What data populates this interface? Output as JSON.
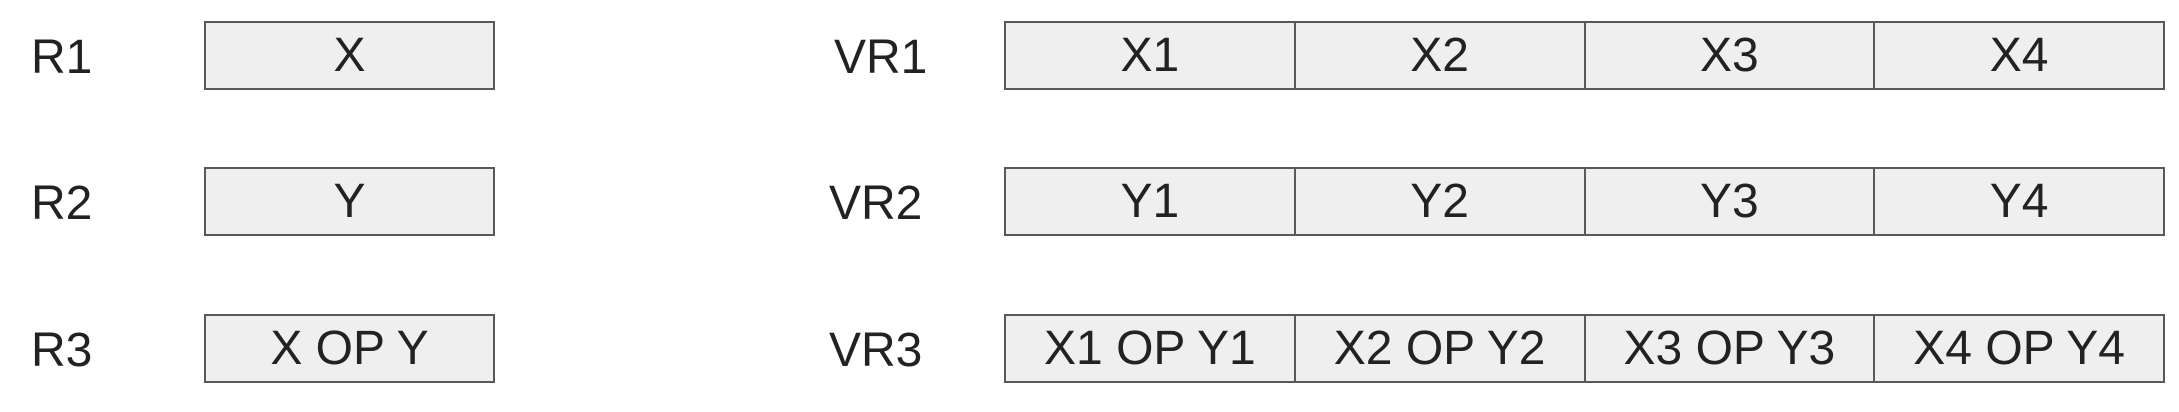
{
  "scalar_registers": [
    {
      "label": "R1",
      "value": "X"
    },
    {
      "label": "R2",
      "value": "Y"
    },
    {
      "label": "R3",
      "value": "X OP Y"
    }
  ],
  "vector_registers": [
    {
      "label": "VR1",
      "lanes": [
        "X1",
        "X2",
        "X3",
        "X4"
      ]
    },
    {
      "label": "VR2",
      "lanes": [
        "Y1",
        "Y2",
        "Y3",
        "Y4"
      ]
    },
    {
      "label": "VR3",
      "lanes": [
        "X1 OP Y1",
        "X2 OP Y2",
        "X3 OP Y3",
        "X4 OP Y4"
      ]
    }
  ]
}
